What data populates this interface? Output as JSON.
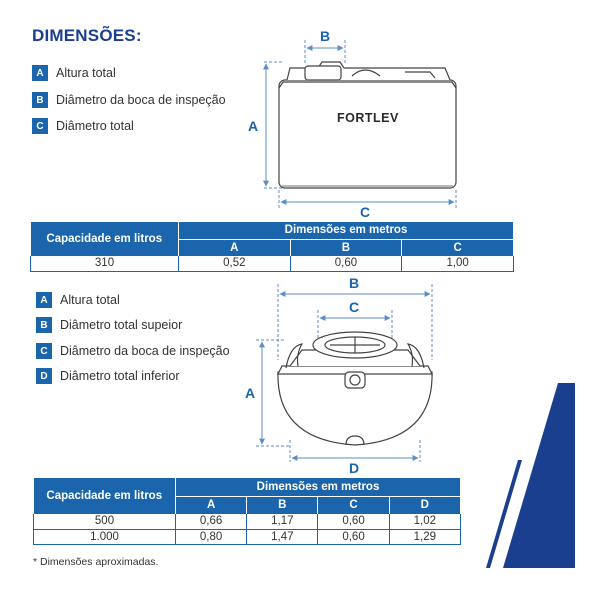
{
  "title": "DIMENSÕES:",
  "tank1": {
    "legend": [
      {
        "letter": "A",
        "label": "Altura total"
      },
      {
        "letter": "B",
        "label": "Diâmetro da boca de inspeção"
      },
      {
        "letter": "C",
        "label": "Diâmetro total"
      }
    ],
    "brand": "FORTLEV",
    "dim_labels": {
      "a": "A",
      "b": "B",
      "c": "C"
    },
    "table": {
      "capacity_header": "Capacidade em litros",
      "dims_header": "Dimensões em metros",
      "columns": [
        "A",
        "B",
        "C"
      ],
      "rows": [
        {
          "capacity": "310",
          "values": [
            "0,52",
            "0,60",
            "1,00"
          ]
        }
      ]
    }
  },
  "tank2": {
    "legend": [
      {
        "letter": "A",
        "label": "Altura total"
      },
      {
        "letter": "B",
        "label": "Diâmetro total supeior"
      },
      {
        "letter": "C",
        "label": "Diâmetro da boca de inspeção"
      },
      {
        "letter": "D",
        "label": "Diâmetro total inferior"
      }
    ],
    "dim_labels": {
      "a": "A",
      "b": "B",
      "c": "C",
      "d": "D"
    },
    "table": {
      "capacity_header": "Capacidade em litros",
      "dims_header": "Dimensões em metros",
      "columns": [
        "A",
        "B",
        "C",
        "D"
      ],
      "rows": [
        {
          "capacity": "500",
          "values": [
            "0,66",
            "1,17",
            "0,60",
            "1,02"
          ]
        },
        {
          "capacity": "1.000",
          "values": [
            "0,80",
            "1,47",
            "0,60",
            "1,29"
          ]
        }
      ]
    }
  },
  "footnote": "* Dimensões aproximadas.",
  "colors": {
    "brand_blue": "#1b65ad",
    "title_blue": "#1b3f8f",
    "navy_stripe": "#1b3f8f",
    "line_blue": "#5c8dc7"
  }
}
